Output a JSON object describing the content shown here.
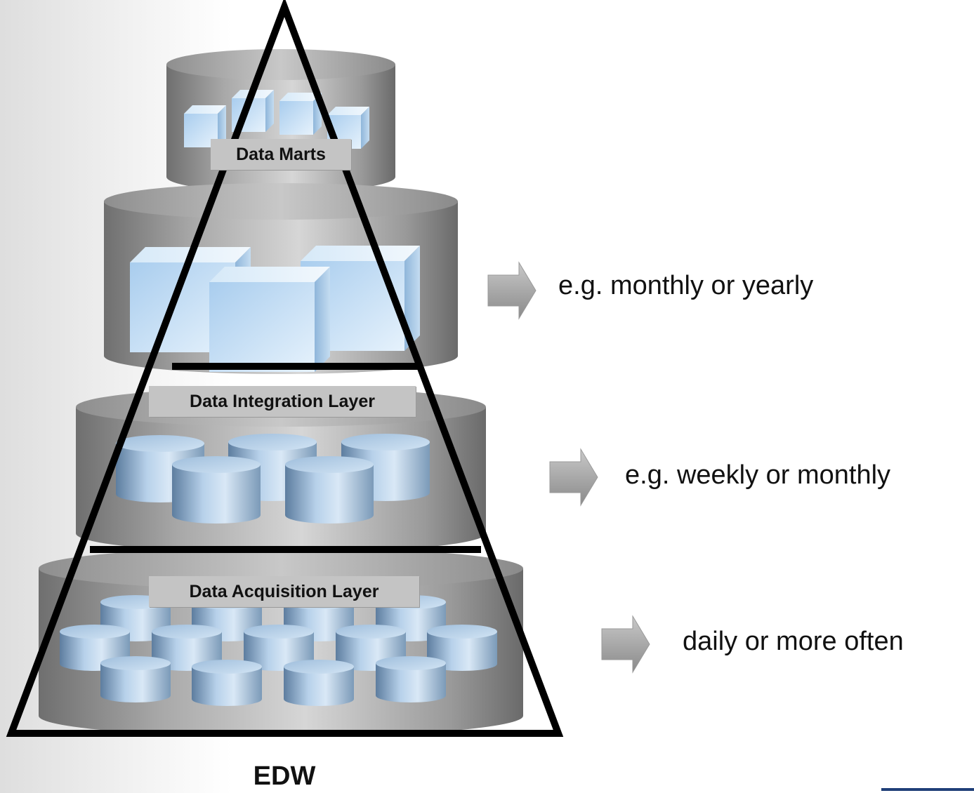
{
  "diagram": {
    "layers": {
      "data_marts": "Data Marts",
      "data_integration": "Data Integration Layer",
      "data_acquisition": "Data Acquisition Layer"
    },
    "frequencies": {
      "marts": "e.g. monthly or yearly",
      "integration": "e.g. weekly or monthly",
      "acquisition": "daily or more often"
    },
    "caption": "EDW"
  },
  "colors": {
    "tier": "#8c8c8c",
    "cube": "#b8d8f0",
    "drum": "#a9c8e6",
    "label_bg": "#c4c4c4",
    "pyramid": "#000000",
    "accent_rule": "#1f3f78"
  }
}
